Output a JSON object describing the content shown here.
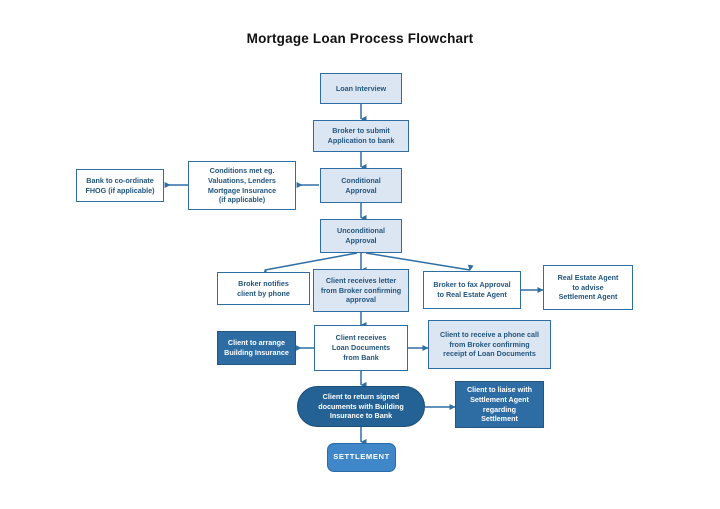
{
  "title": "Mortgage Loan Process Flowchart",
  "colors": {
    "light_fill": "#dce6f2",
    "white_fill": "#ffffff",
    "dark_fill": "#2e6ca4",
    "pill_fill": "#246296",
    "settlement_fill": "#3f87c9",
    "border": "#2f6ea5",
    "text_dark": "#23567f",
    "text_light": "#ffffff",
    "connector": "#2f6ea5",
    "title_color": "#111111"
  },
  "nodes": {
    "loan_interview": "Loan Interview",
    "broker_submit": "Broker to submit\nApplication to bank",
    "conditional_approval": "Conditional\nApproval",
    "conditions_met": "Conditions met eg.\nValuations, Lenders\nMortgage Insurance\n(if applicable)",
    "bank_fhog": "Bank to co-ordinate\nFHOG (if applicable)",
    "unconditional_approval": "Unconditional\nApproval",
    "broker_notifies": "Broker notifies\nclient by phone",
    "client_receives_letter": "Client receives letter\nfrom Broker confirming\napproval",
    "broker_fax_approval": "Broker to fax Approval\nto Real Estate Agent",
    "real_estate_agent": "Real Estate Agent\nto advise\nSettlement Agent",
    "client_building_insurance": "Client to arrange\nBuilding Insurance",
    "client_loan_documents": "Client receives\nLoan Documents\nfrom Bank",
    "client_phone_call": "Client to receive a phone call\nfrom Broker confirming\nreceipt of Loan Documents",
    "client_return_signed": "Client to return signed\ndocuments with Building\nInsurance to Bank",
    "client_liaise": "Client to liaise with\nSettlement Agent\nregarding\nSettlement",
    "settlement": "SETTLEMENT"
  }
}
